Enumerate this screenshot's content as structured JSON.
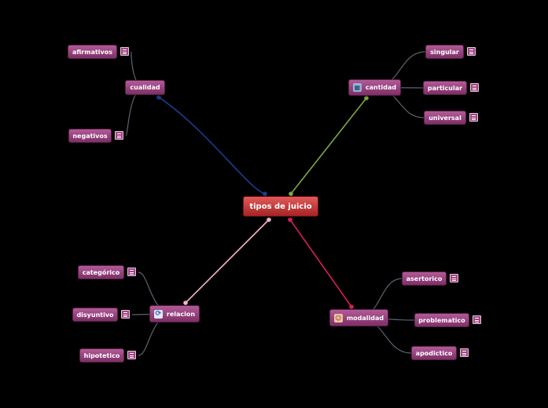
{
  "root": {
    "label": "tipos de juicio"
  },
  "branches": [
    {
      "id": "cualidad",
      "label": "cualidad",
      "icon": "",
      "color": "#1f3c8f",
      "children": [
        {
          "label": "afirmativos",
          "note": true
        },
        {
          "label": "negativos",
          "note": true
        }
      ]
    },
    {
      "id": "cantidad",
      "label": "cantidad",
      "icon": "abacus-icon",
      "color": "#7fa73e",
      "children": [
        {
          "label": "singular",
          "note": true
        },
        {
          "label": "particular",
          "note": true
        },
        {
          "label": "universal",
          "note": true
        }
      ]
    },
    {
      "id": "relacion",
      "label": "relacion",
      "icon": "cycle-icon",
      "color": "#f3b6c8",
      "children": [
        {
          "label": "categórico",
          "note": true
        },
        {
          "label": "disyuntivo",
          "note": true
        },
        {
          "label": "hipotetico",
          "note": true
        }
      ]
    },
    {
      "id": "modalidad",
      "label": "modalidad",
      "icon": "person-icon",
      "color": "#d81d5a",
      "children": [
        {
          "label": "asertorico",
          "note": true
        },
        {
          "label": "problematico",
          "note": true
        },
        {
          "label": "apodictico",
          "note": true
        }
      ]
    }
  ]
}
